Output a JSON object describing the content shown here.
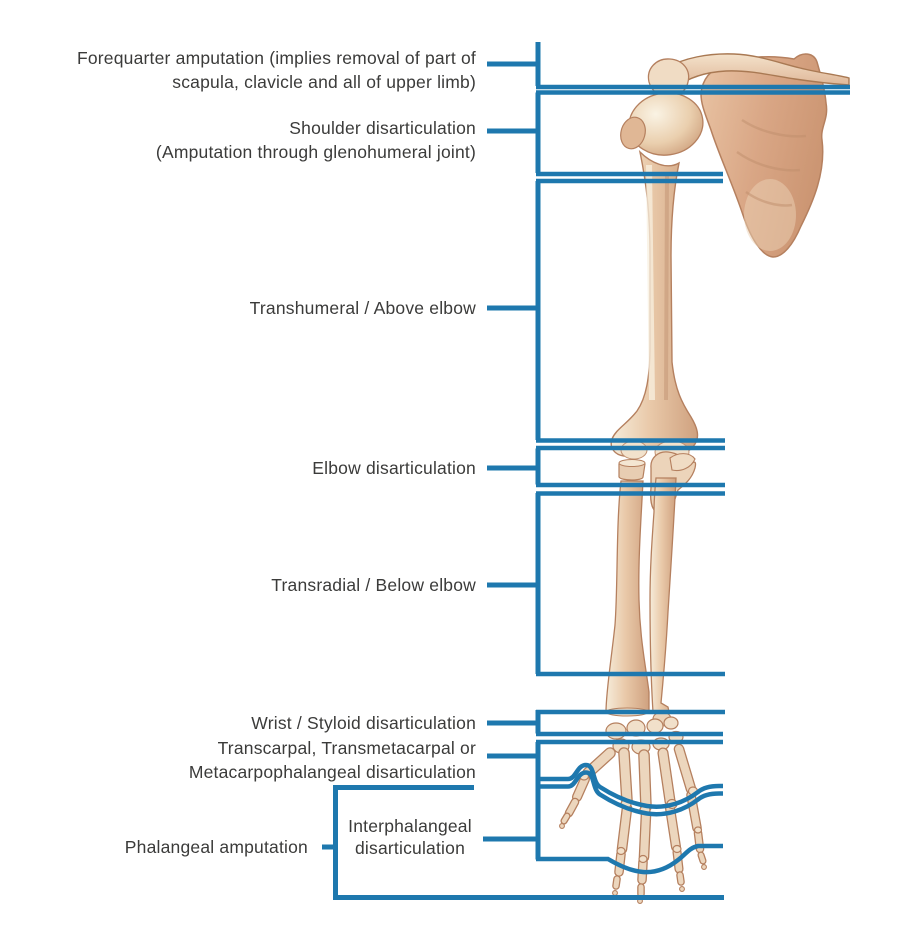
{
  "diagram": {
    "labels": {
      "forequarter": {
        "line1": "Forequarter amputation (implies removal of part of",
        "line2": "scapula, clavicle and all of upper limb)"
      },
      "shoulder": {
        "line1": "Shoulder disarticulation",
        "line2": "(Amputation through glenohumeral joint)"
      },
      "transhumeral": {
        "text": "Transhumeral / Above elbow"
      },
      "elbow": {
        "text": "Elbow disarticulation"
      },
      "transradial": {
        "text": "Transradial / Below elbow"
      },
      "wrist": {
        "text": "Wrist / Styloid disarticulation"
      },
      "transcarpal": {
        "line1": "Transcarpal, Transmetacarpal or",
        "line2": "Metacarpophalangeal disarticulation"
      },
      "phalangeal": {
        "text": "Phalangeal amputation"
      },
      "interphalangeal": {
        "line1": "Interphalangeal",
        "line2": "disarticulation"
      }
    },
    "colors": {
      "line_blue": "#1e78ae",
      "text": "#3b3b3a",
      "bone_light": "#f6ecda",
      "bone_mid": "#e6c2a3",
      "bone_dark": "#cf9c7a"
    }
  }
}
